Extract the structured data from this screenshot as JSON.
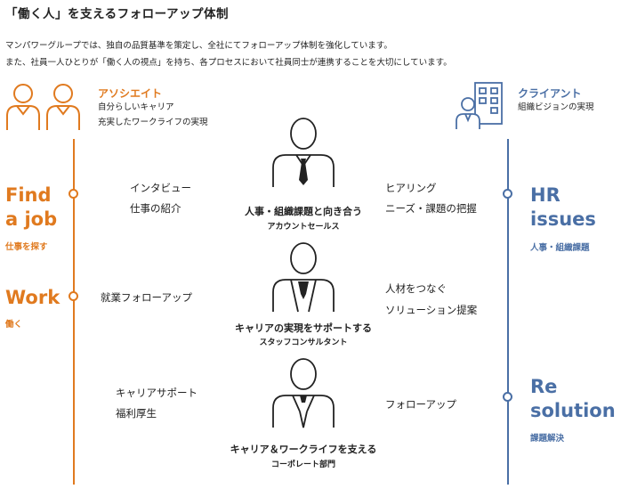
{
  "title": "「働く人」を支えるフォローアップ体制",
  "intro": {
    "line1": "マンパワーグループでは、独自の品質基準を策定し、全社にてフォローアップ体制を強化しています。",
    "line2": "また、社員一人ひとりが「働く人の視点」を持ち、各プロセスにおいて社員同士が連携することを大切にしています。"
  },
  "associate": {
    "label": "アソシエイト",
    "desc1": "自分らしいキャリア",
    "desc2": "充実したワークライフの実現"
  },
  "client": {
    "label": "クライアント",
    "desc": "組織ビジョンの実現"
  },
  "left_stages": [
    {
      "line1": "Find",
      "line2": "a job",
      "sub": "仕事を探す"
    },
    {
      "line1": "Work",
      "sub": "働く"
    }
  ],
  "right_stages": [
    {
      "line1": "HR",
      "line2": "issues",
      "sub": "人事・組織課題"
    },
    {
      "line1": "Re",
      "line2": "solution",
      "sub": "課題解決"
    }
  ],
  "rows": [
    {
      "left": [
        "インタビュー",
        "仕事の紹介"
      ],
      "right": [
        "ヒアリング",
        "ニーズ・課題の把握"
      ],
      "main": "人事・組織課題と向き合う",
      "sub": "アカウントセールス"
    },
    {
      "left": [
        "就業フォローアップ"
      ],
      "right": [
        "人材をつなぐ",
        "ソリューション提案"
      ],
      "main": "キャリアの実現をサポートする",
      "sub": "スタッフコンサルタント"
    },
    {
      "left": [
        "キャリアサポート",
        "福利厚生"
      ],
      "right": [
        "フォローアップ"
      ],
      "main": "キャリア＆ワークライフを支える",
      "sub": "コーポレート部門"
    }
  ],
  "colors": {
    "orange": "#E07A1F",
    "blue": "#4A6FA5",
    "icons": "#222222"
  },
  "icons": {
    "associate": "two-people-icon",
    "client": "office-building-person-icon",
    "row1": "businessman-tie-icon",
    "row2": "consultant-vest-icon",
    "row3": "corporate-staff-icon"
  }
}
